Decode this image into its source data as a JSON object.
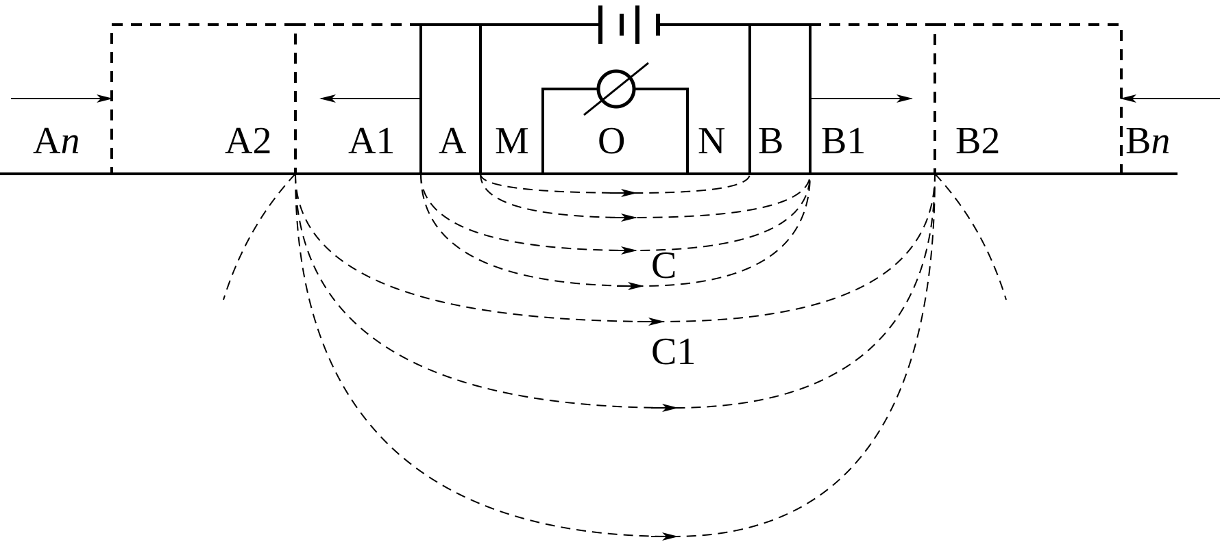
{
  "electrodes": {
    "an": {
      "letter": "A",
      "sub": "n"
    },
    "a2": "A2",
    "a1": "A1",
    "a": "A",
    "m": "M",
    "o": "O",
    "n": "N",
    "b": "B",
    "b1": "B1",
    "b2": "B2",
    "bn": {
      "letter": "B",
      "sub": "n"
    }
  },
  "field_labels": {
    "c": "C",
    "c1": "C1"
  }
}
